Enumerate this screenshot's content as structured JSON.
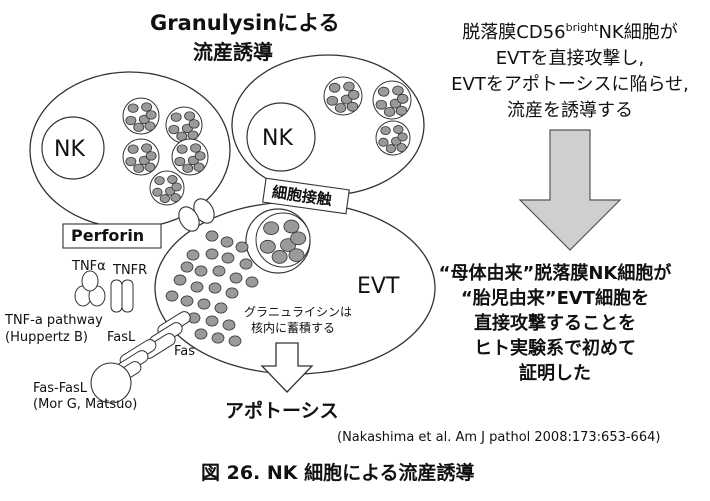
{
  "diagram": {
    "title_line1": "Granulysinによる",
    "title_line2": "流産誘導",
    "nk_left": "NK",
    "nk_right": "NK",
    "contact_label": "細胞接触",
    "perforin_label": "Perforin",
    "evt_label": "EVT",
    "granulysin_note_line1": "グラニュライシンは",
    "granulysin_note_line2": "核内に蓄積する",
    "tnfa_label": "TNFα",
    "tnfr_label": "TNFR",
    "tnf_pathway_line1": "TNF-a pathway",
    "tnf_pathway_line2": "(Huppertz B)",
    "fasl_label": "FasL",
    "fas_label": "Fas",
    "fas_fasl_line1": "Fas-FasL",
    "fas_fasl_line2": "(Mor G, Matsuo)",
    "apoptosis_label": "アポトーシス"
  },
  "right_panel": {
    "line1_pre": "脱落膜CD56",
    "line1_sup": "bright",
    "line1_post": "NK細胞が",
    "line2": "EVTを直接攻撃し,",
    "line3": "EVTをアポトーシスに陥らせ,",
    "line4": "流産を誘導する",
    "conclusion_line1": "“母体由来”脱落膜NK細胞が",
    "conclusion_line2": "“胎児由来”EVT細胞を",
    "conclusion_line3": "直接攻撃することを",
    "conclusion_line4": "ヒト実験系で初めて",
    "conclusion_line5": "証明した"
  },
  "citation": "(Nakashima et al. Am J pathol 2008:173:653-664)",
  "caption": "図 26.  NK 細胞による流産誘導"
}
